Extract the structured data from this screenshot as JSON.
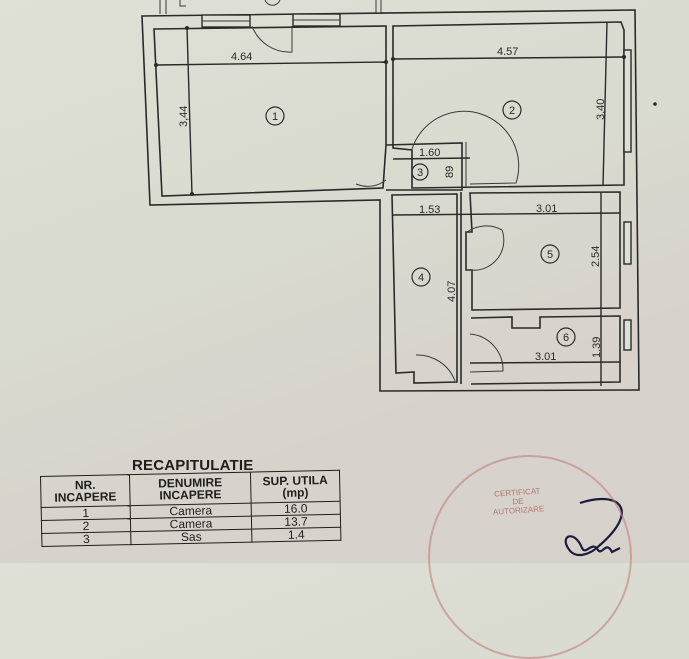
{
  "drawing": {
    "type": "floor-plan",
    "rooms": [
      {
        "number": "1",
        "width_dim": "4.64",
        "height_dim": "3,44"
      },
      {
        "number": "2",
        "width_dim": "4.57",
        "height_dim": "3,40"
      },
      {
        "number": "3",
        "width_dim": "1.60",
        "height_dim": "89"
      },
      {
        "number": "4",
        "width_dim": "1.53",
        "height_dim": "4.07"
      },
      {
        "number": "5",
        "width_dim": "3.01",
        "height_dim": "2.54"
      },
      {
        "number": "6",
        "width_dim": "3.01",
        "height_dim": "1.39"
      }
    ]
  },
  "summary": {
    "title": "RECAPITULATIE",
    "headers": {
      "col1_line1": "NR.",
      "col1_line2": "INCAPERE",
      "col2_line1": "DENUMIRE",
      "col2_line2": "INCAPERE",
      "col3_line1": "SUP. UTILA",
      "col3_line2": "(mp)"
    },
    "rows": [
      {
        "nr": "1",
        "name": "Camera",
        "area": "16.0"
      },
      {
        "nr": "2",
        "name": "Camera",
        "area": "13.7"
      },
      {
        "nr": "3",
        "name": "Sas",
        "area": "1.4"
      }
    ]
  },
  "stamp": {
    "line1": "CERTIFICAT",
    "line2": "DE",
    "line3": "AUTORIZARE"
  },
  "colors": {
    "paper": "#dcded4",
    "ink": "#2a2a28",
    "stamp": "#c07878",
    "signature": "#1c1c3a"
  }
}
